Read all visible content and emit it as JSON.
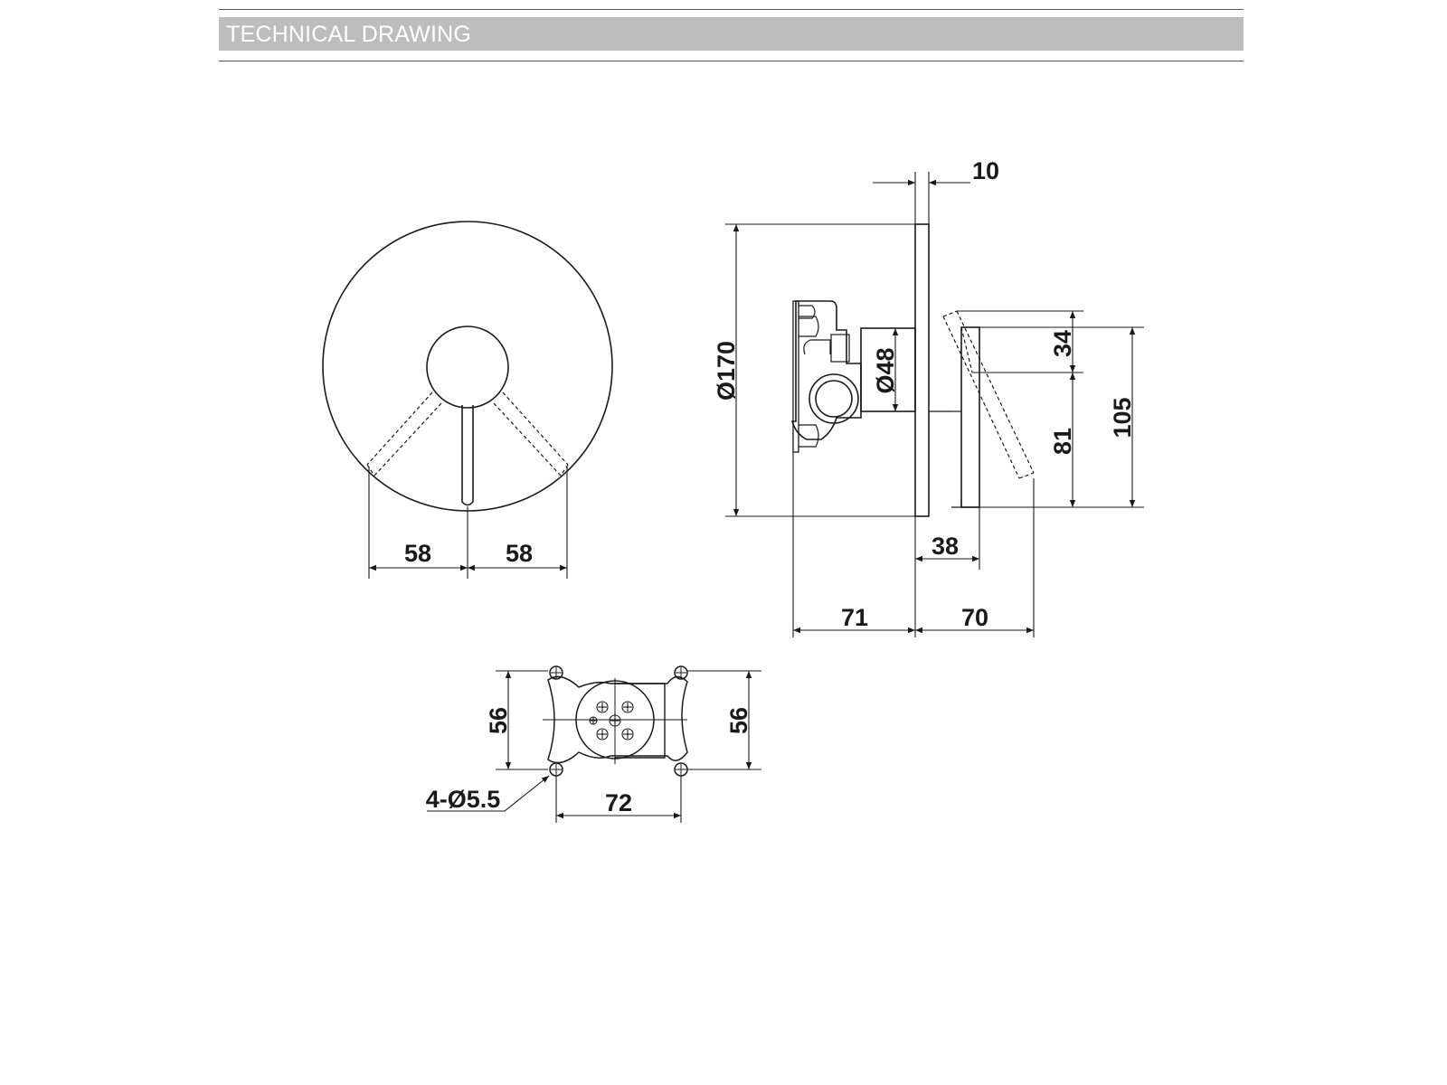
{
  "header": {
    "title": "TECHNICAL DRAWING",
    "band_color": "#bdbdbd",
    "text_color": "#ffffff"
  },
  "front_view": {
    "dim_left": "58",
    "dim_right": "58"
  },
  "side_view": {
    "dim_plate_thickness": "10",
    "dim_plate_diameter": "Ø170",
    "dim_body_diameter": "Ø48",
    "dim_handle_top": "34",
    "dim_handle_lower": "81",
    "dim_handle_height": "105",
    "dim_handle_offset": "38",
    "dim_depth_rear": "71",
    "dim_depth_front": "70"
  },
  "mount_view": {
    "dim_height_left": "56",
    "dim_height_right": "56",
    "dim_hole_spacing": "72",
    "dim_holes": "4-Ø5.5"
  },
  "line_color": "#1a1a1a"
}
